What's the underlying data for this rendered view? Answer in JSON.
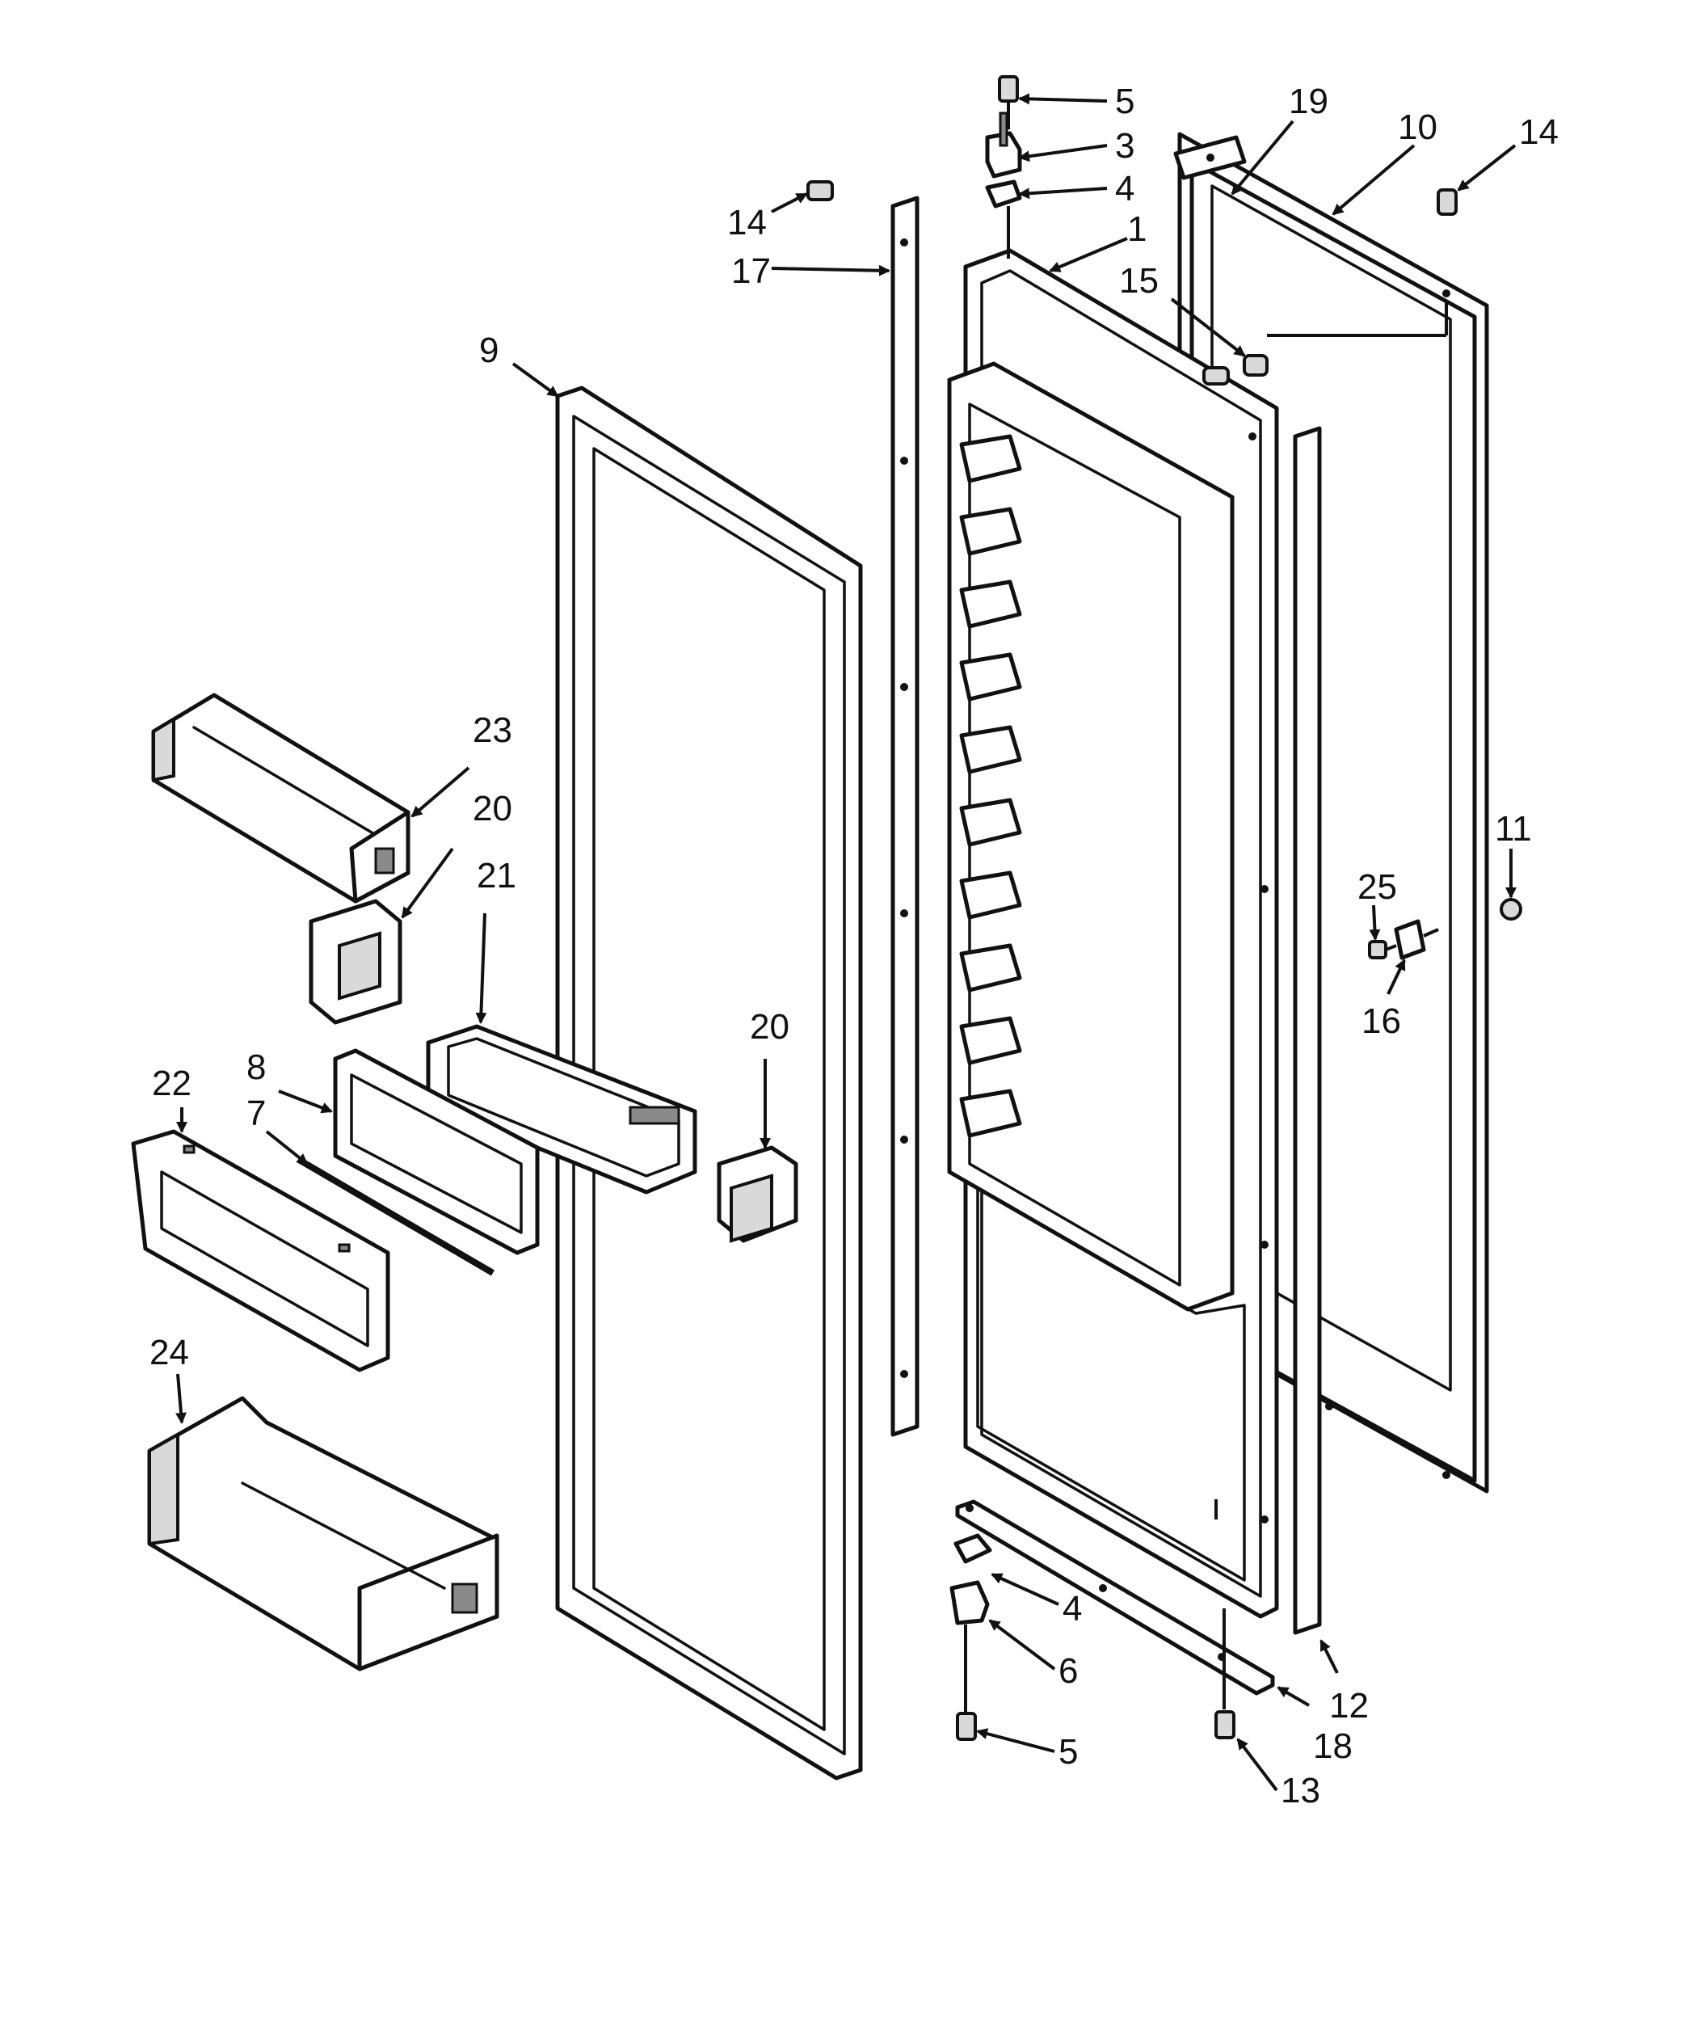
{
  "colors": {
    "ink": "#111111",
    "background": "#ffffff",
    "shade": "#d9d9d9"
  },
  "callouts": {
    "c1": "1",
    "c3": "3",
    "c4_top": "4",
    "c4_bottom": "4",
    "c5_top": "5",
    "c5_bottom": "5",
    "c6": "6",
    "c7": "7",
    "c8": "8",
    "c9": "9",
    "c10": "10",
    "c11": "11",
    "c12": "12",
    "c13": "13",
    "c14_left": "14",
    "c14_right": "14",
    "c15": "15",
    "c16": "16",
    "c17": "17",
    "c18": "18",
    "c19": "19",
    "c20_left": "20",
    "c20_right": "20",
    "c21": "21",
    "c22": "22",
    "c23": "23",
    "c24": "24",
    "c25": "25"
  }
}
